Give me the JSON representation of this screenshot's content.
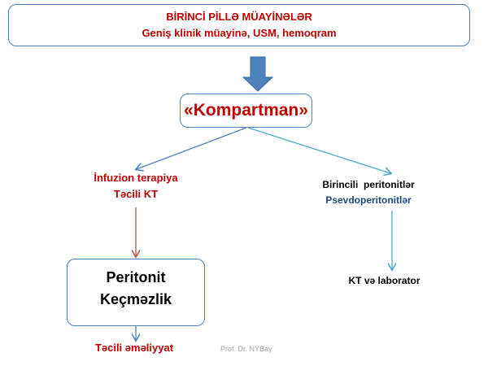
{
  "top_box": {
    "title": "BİRİNCİ PİLLƏ MÜAYİNƏLƏR",
    "subtitle": "Geniş klinik müayinə, USM, hemoqram"
  },
  "center_box": {
    "label": "«Kompartman»"
  },
  "left_branch": {
    "line1": "İnfuzion terapiya",
    "line2": "Təcili KT",
    "box_line1": "Peritonit",
    "box_line2": "Keçməzlik",
    "result": "Təcili əməliyyat"
  },
  "right_branch": {
    "line1": "Birincili  peritonitlər",
    "line2": "Psevdoperitonitlər",
    "result": "KT və laborator"
  },
  "footer": {
    "author": "Prof. Dr. NYBay"
  },
  "colors": {
    "red": "#c00000",
    "navy": "#1f497d",
    "blue": "#4f81bd",
    "teal": "#4bacc6",
    "arrow_red": "#c0504d"
  }
}
